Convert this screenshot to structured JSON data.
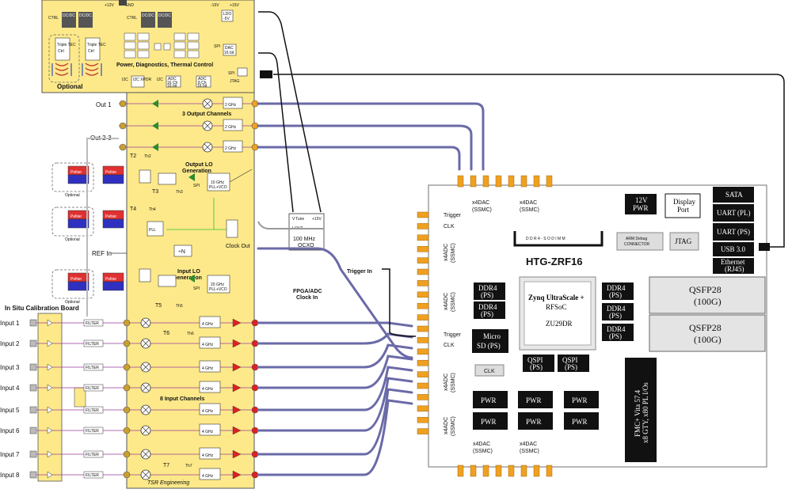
{
  "top": {
    "p12v": "+12V",
    "gnd": "GND",
    "m15v": "-15V",
    "p15v": "+15V",
    "ctrl": "CTRL",
    "dcdc": "DC/DC",
    "ldo": "LDO",
    "ldo_neg5": "-5V",
    "spi": "SPI",
    "dac": "DAC",
    "dac_bits": "16 bit",
    "i2c": "I2C",
    "i2c_xpdr": "I2C XPDR",
    "adc": "ADC",
    "adc_a": "16 Ch",
    "adc_a_bits": "16 bit",
    "adc_b": "8 Ch",
    "adc_b_bits": "16 bit",
    "jtag": "JTAG",
    "tec_title": "Triple TEC",
    "tec_ctrl": "Ctrl",
    "power_title": "Power, Diagnostics, Thermal Control",
    "optional": "Optional"
  },
  "outputs": {
    "out1": "Out 1",
    "out23": "Out 2-3",
    "channels": "3 Output Channels",
    "lo_title": "Output LO",
    "lo_title2": "Generation",
    "filter": "2 GHz",
    "pll_a": "10 GHz",
    "pll_b": "PLL+VCO"
  },
  "temps": {
    "t2": "T2",
    "th2": "Th2",
    "t3": "T3",
    "th3": "Th3",
    "t4": "T4",
    "th4": "Th4",
    "t5": "T5",
    "th5": "Th5",
    "t6": "T6",
    "th6": "Th6",
    "t7": "T7",
    "th7": "Th7",
    "t": "T"
  },
  "peltier": {
    "label": "Peltier",
    "optional": "Optional"
  },
  "clock": {
    "ref_in": "REF In",
    "div": "÷N",
    "pll": "PLL",
    "clock_out": "Clock Out",
    "ocxo_v": "V",
    "ocxo_tune": "Tune",
    "ocxo_p15": "+15V",
    "ocxo_i": "I",
    "ocxo_out": "OUT",
    "ocxo_freq": "100 MHz",
    "ocxo_name": "OCXO",
    "fpga_clk": "FPGA/ADC",
    "fpga_clk2": "Clock In",
    "trigger_in": "Trigger In"
  },
  "input_lo": {
    "title": "Input LO",
    "title2": "Generation",
    "pll_a": "20 GHz",
    "pll_b": "PLL+VCO"
  },
  "inputs": {
    "board": "In Situ Calibration Board",
    "filter": "FILTER",
    "lpf": "4 GHz",
    "channels": "8 Input Channels",
    "labels": [
      "Input 1",
      "Input 2",
      "Input 3",
      "Input 4",
      "Input 5",
      "Input 6",
      "Input 7",
      "Input 8"
    ],
    "credit": "TSR Engineering"
  },
  "htg": {
    "title": "HTG-ZRF16",
    "dac_top_left": "x4DAC",
    "dac_top_left2": "(SSMC)",
    "dac_top_right": "x4DAC",
    "dac_top_right2": "(SSMC)",
    "dac_bot_left": "x4DAC",
    "dac_bot_left2": "(SSMC)",
    "dac_bot_right": "x4DAC",
    "dac_bot_right2": "(SSMC)",
    "adc_upper": "x4ADC",
    "adc_upper2": "(SSMC)",
    "adc_mid": "x4ADC",
    "adc_mid2": "(SSMC)",
    "adc_low1": "x4ADC",
    "adc_low1b": "(SSMC)",
    "adc_low2": "x4ADC",
    "adc_low2b": "(SSMC)",
    "trigger": "Trigger",
    "clk": "CLK",
    "trigger2": "Trigger",
    "clk2": "CLK",
    "pwr12": "12V",
    "pwr12b": "PWR",
    "display": "Display",
    "display2": "Port",
    "sata": "SATA",
    "uart_pl": "UART (PL)",
    "uart_ps": "UART (PS)",
    "usb": "USB 3.0",
    "eth": "Ethernet",
    "eth2": "(RJ45)",
    "ddr4_slot": "D D R 4 - S O D I M M",
    "arm_debug": "ARM Debug",
    "arm_debug2": "CONNECTOR",
    "jtag": "JTAG",
    "ddr4": "DDR4",
    "ps": "(PS)",
    "zynq": "Zynq UltraScale +",
    "zynq2": "RFSoC",
    "zynq3": "ZU29DR",
    "qsfp": "QSFP28",
    "qsfp2": "(100G)",
    "micro_sd": "Micro",
    "micro_sd2": "SD (PS)",
    "qspi": "QSPI",
    "qspi2": "(PS)",
    "clk_btn": "CLK",
    "pwr": "PWR",
    "fmc": "FMC+ Vita 57.4",
    "fmc2": "x8 GTY, x80 PL I/Os"
  },
  "colors": {
    "board": "#fde98a",
    "board_border": "#555555",
    "cable": "#6a6aa8",
    "amp_green": "#2e8b2e",
    "amp_red": "#e02020",
    "connector": "#f0a020",
    "peltier_red": "#e03030",
    "peltier_blue": "#3030c0",
    "chip_black": "#111111"
  }
}
